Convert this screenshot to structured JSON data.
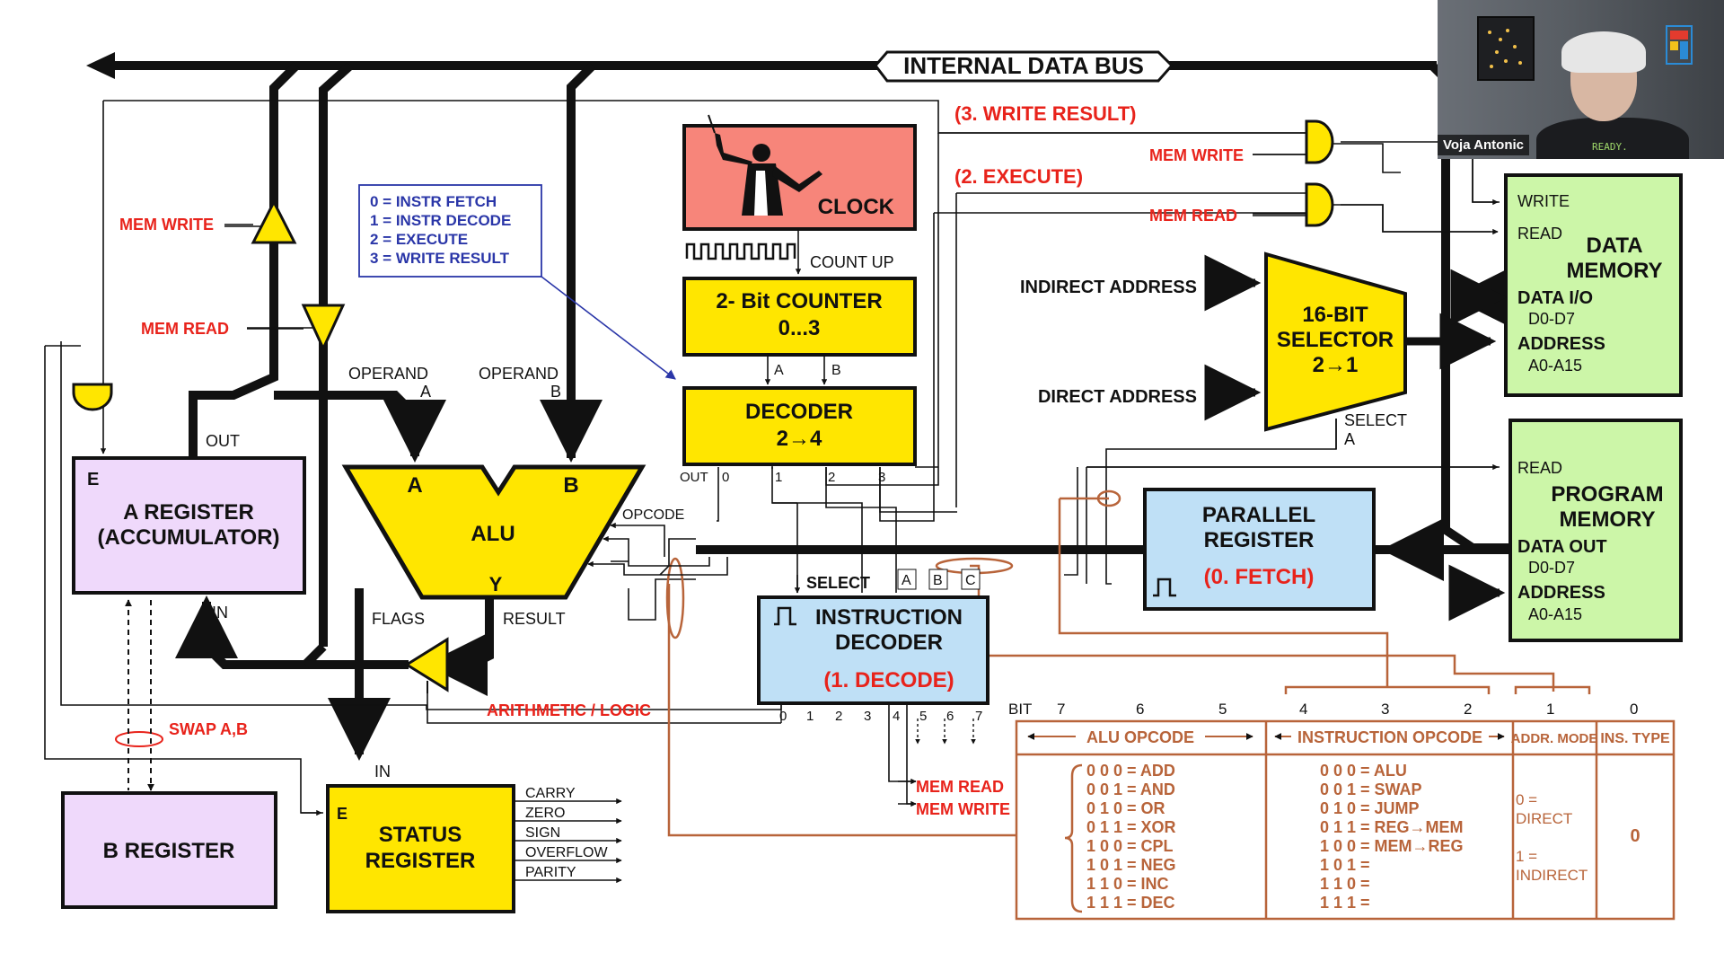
{
  "bus": {
    "label": "INTERNAL DATA BUS"
  },
  "phases": {
    "write_result": "(3. WRITE RESULT)",
    "execute": "(2. EXECUTE)",
    "fetch": "(0. FETCH)",
    "decode": "(1. DECODE)"
  },
  "phase_legend": [
    "0 = INSTR FETCH",
    "1 = INSTR DECODE",
    "2 = EXECUTE",
    "3 = WRITE RESULT"
  ],
  "signals": {
    "mem_write": "MEM WRITE",
    "mem_read": "MEM READ",
    "swap_ab": "SWAP A,B",
    "arith_logic": "ARITHMETIC / LOGIC",
    "indirect_address": "INDIRECT ADDRESS",
    "direct_address": "DIRECT ADDRESS",
    "count_up": "COUNT UP",
    "operand_a": [
      "OPERAND",
      "A"
    ],
    "operand_b": [
      "OPERAND",
      "B"
    ],
    "opcode": "OPCODE",
    "flags": "FLAGS",
    "result": "RESULT",
    "out": "OUT",
    "in": "IN",
    "select": "SELECT",
    "select_a": [
      "SELECT",
      "A"
    ]
  },
  "blocks": {
    "clock": "CLOCK",
    "counter": [
      "2- Bit COUNTER",
      "0...3"
    ],
    "decoder": [
      "DECODER",
      "2→4"
    ],
    "decoder_outputs": [
      "OUT",
      "0",
      "1",
      "2",
      "3"
    ],
    "decoder_inputs": [
      "A",
      "B"
    ],
    "alu": {
      "title": "ALU",
      "a": "A",
      "b": "B",
      "y": "Y"
    },
    "a_register": {
      "e": "E",
      "lines": [
        "A  REGISTER",
        "(ACCUMULATOR)"
      ]
    },
    "b_register": "B  REGISTER",
    "status_register": {
      "e": "E",
      "lines": [
        "STATUS",
        "REGISTER"
      ],
      "flags": [
        "CARRY",
        "ZERO",
        "SIGN",
        "OVERFLOW",
        "PARITY"
      ]
    },
    "instruction_decoder": {
      "lines": [
        "INSTRUCTION",
        "DECODER"
      ],
      "select_inputs": [
        "A",
        "B",
        "C"
      ],
      "outputs": [
        "0",
        "1",
        "2",
        "3",
        "4",
        "5",
        "6",
        "7"
      ]
    },
    "parallel_register": [
      "PARALLEL",
      "REGISTER"
    ],
    "selector": [
      "16-BIT",
      "SELECTOR",
      "2→1"
    ],
    "data_memory": {
      "write": "WRITE",
      "read": "READ",
      "title": [
        "DATA",
        "MEMORY"
      ],
      "data_io": [
        "DATA I/O",
        "D0-D7"
      ],
      "address": [
        "ADDRESS",
        "A0-A15"
      ]
    },
    "program_memory": {
      "read": "READ",
      "title": [
        "PROGRAM",
        "MEMORY"
      ],
      "data_out": [
        "DATA OUT",
        "D0-D7"
      ],
      "address": [
        "ADDRESS",
        "A0-A15"
      ]
    }
  },
  "opcode_table": {
    "bit_label": "BIT",
    "bits": [
      "7",
      "6",
      "5",
      "4",
      "3",
      "2",
      "1",
      "0"
    ],
    "headers": [
      "ALU OPCODE",
      "INSTRUCTION OPCODE",
      "ADDR. MODE",
      "INS. TYPE"
    ],
    "alu_ops": [
      "0 0 0  =  ADD",
      "0 0 1  =  AND",
      "0 1 0  =  OR",
      "0 1 1  =  XOR",
      "1 0 0  =  CPL",
      "1 0 1  =  NEG",
      "1 1 0  =  INC",
      "1 1 1  =  DEC"
    ],
    "instr_ops": [
      "0 0 0  =  ALU",
      "0 0 1  =  SWAP",
      "0 1 0  =  JUMP",
      "0 1 1  =  REG→MEM",
      "1 0 0  =  MEM→REG",
      "1 0 1  =",
      "1 1 0  =",
      "1 1 1  ="
    ],
    "addr_mode": [
      "0 =",
      "DIRECT",
      "1 =",
      "INDIRECT"
    ],
    "ins_type": "0"
  },
  "webcam": {
    "name": "Voja Antonic",
    "shirt_text": "READY."
  },
  "colors": {
    "yellow": "#ffe600",
    "lavender": "#efd9fb",
    "light_blue": "#bfe0f6",
    "green": "#ccf6a8",
    "salmon": "#f7857a",
    "red_text": "#e8231b",
    "brown_wire": "#b8643a"
  }
}
